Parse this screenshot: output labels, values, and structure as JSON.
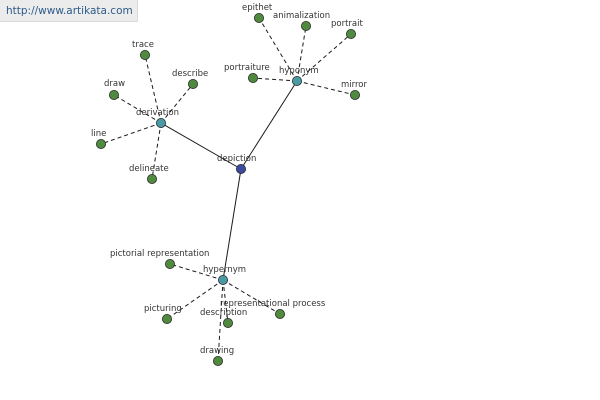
{
  "watermark": {
    "text": "http://www.artikata.com"
  },
  "colors": {
    "center": "#3a4aa0",
    "relation": "#4a9aa6",
    "leaf": "#4f8a3e",
    "edge": "#1a1a1a"
  },
  "graph": {
    "center": {
      "id": "depiction",
      "label": "depiction",
      "kind": "center"
    },
    "groups": [
      {
        "id": "derivation",
        "label": "derivation",
        "kind": "relation",
        "leaves": [
          {
            "id": "trace",
            "label": "trace"
          },
          {
            "id": "describe",
            "label": "describe"
          },
          {
            "id": "draw",
            "label": "draw"
          },
          {
            "id": "line",
            "label": "line"
          },
          {
            "id": "delineate",
            "label": "delineate"
          }
        ]
      },
      {
        "id": "hyponym",
        "label": "hyponym",
        "kind": "relation",
        "leaves": [
          {
            "id": "epithet",
            "label": "epithet"
          },
          {
            "id": "animalization",
            "label": "animalization"
          },
          {
            "id": "portrait",
            "label": "portrait"
          },
          {
            "id": "portraiture",
            "label": "portraiture"
          },
          {
            "id": "mirror",
            "label": "mirror"
          }
        ]
      },
      {
        "id": "hypernym",
        "label": "hypernym",
        "kind": "relation",
        "leaves": [
          {
            "id": "pictorial-representation",
            "label": "pictorial representation"
          },
          {
            "id": "picturing",
            "label": "picturing"
          },
          {
            "id": "description",
            "label": "description"
          },
          {
            "id": "representational-process",
            "label": "representational process"
          },
          {
            "id": "drawing",
            "label": "drawing"
          }
        ]
      }
    ]
  }
}
